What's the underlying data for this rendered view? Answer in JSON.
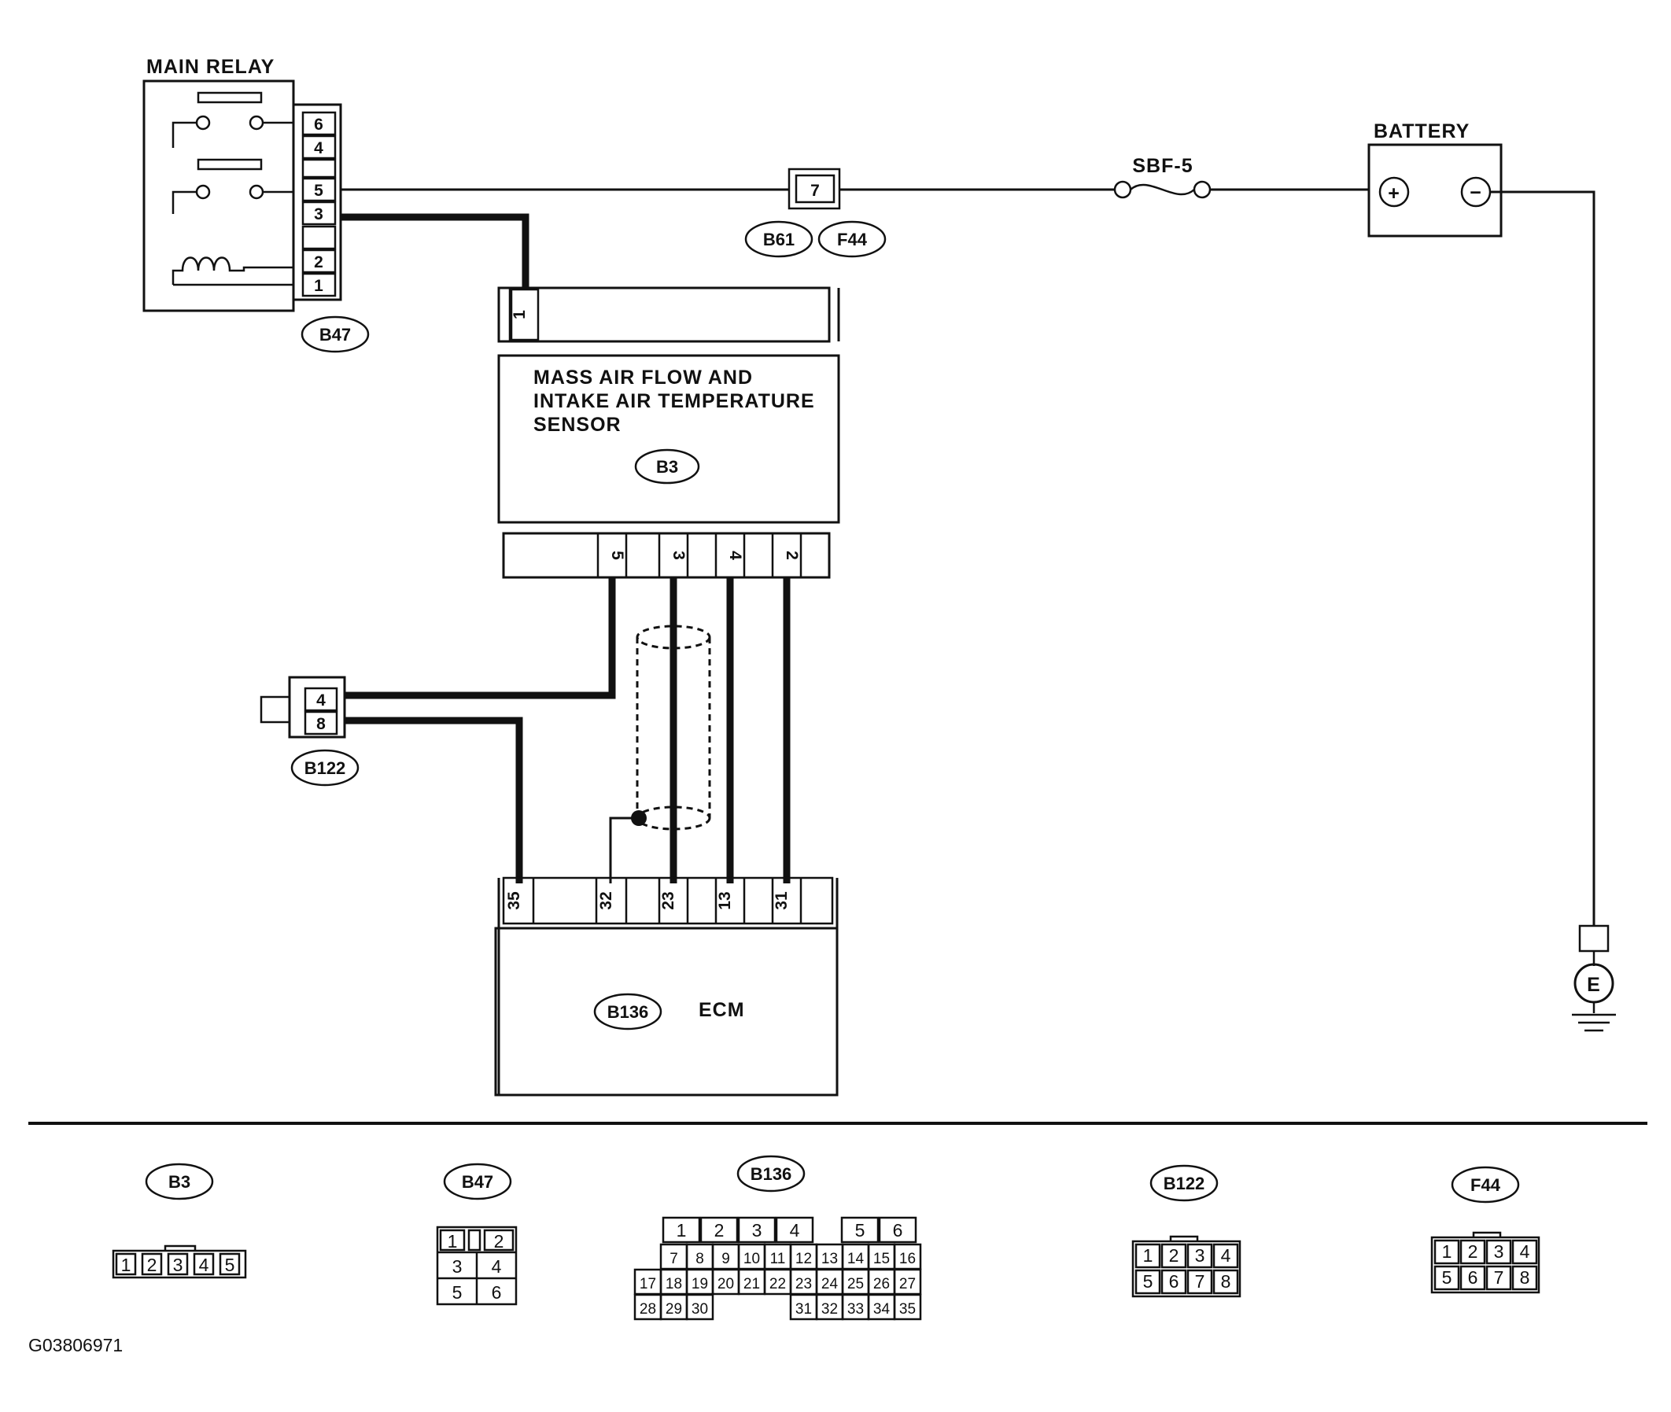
{
  "labels": {
    "main_relay": "MAIN RELAY",
    "battery": "BATTERY",
    "fuse": "SBF-5",
    "sensor_line1": "MASS AIR FLOW AND",
    "sensor_line2": "INTAKE AIR TEMPERATURE",
    "sensor_line3": "SENSOR",
    "ecm": "ECM",
    "ground": "E",
    "battery_plus": "+",
    "battery_minus": "−",
    "figure_code": "G03806971"
  },
  "connector_ids": {
    "b47": "B47",
    "b61": "B61",
    "f44": "F44",
    "b3": "B3",
    "b122": "B122",
    "b136": "B136"
  },
  "relay_pins": [
    "6",
    "4",
    "5",
    "3",
    "2",
    "1"
  ],
  "b61_pin": "7",
  "sensor_top_pin": "1",
  "sensor_bottom_pins": [
    "5",
    "3",
    "4",
    "2"
  ],
  "b122_pins": [
    "4",
    "8"
  ],
  "ecm_pins": [
    "35",
    "32",
    "23",
    "13",
    "31"
  ],
  "connector_faces": {
    "b3": {
      "title": "B3",
      "pins": [
        "1",
        "2",
        "3",
        "4",
        "5"
      ]
    },
    "b47": {
      "title": "B47",
      "rows": [
        [
          "1",
          "2"
        ],
        [
          "3",
          "4"
        ],
        [
          "5",
          "6"
        ]
      ]
    },
    "b136": {
      "title": "B136",
      "row1": [
        "1",
        "2",
        "3",
        "4",
        "5",
        "6"
      ],
      "row2": [
        "7",
        "8",
        "9",
        "10",
        "11",
        "12",
        "13",
        "14",
        "15",
        "16"
      ],
      "row3": [
        "17",
        "18",
        "19",
        "20",
        "21",
        "22",
        "23",
        "24",
        "25",
        "26",
        "27"
      ],
      "row4a": [
        "28",
        "29",
        "30"
      ],
      "row4b": [
        "31",
        "32",
        "33",
        "34",
        "35"
      ]
    },
    "b122": {
      "title": "B122",
      "rows": [
        [
          "1",
          "2",
          "3",
          "4"
        ],
        [
          "5",
          "6",
          "7",
          "8"
        ]
      ]
    },
    "f44": {
      "title": "F44",
      "rows": [
        [
          "1",
          "2",
          "3",
          "4"
        ],
        [
          "5",
          "6",
          "7",
          "8"
        ]
      ]
    }
  }
}
